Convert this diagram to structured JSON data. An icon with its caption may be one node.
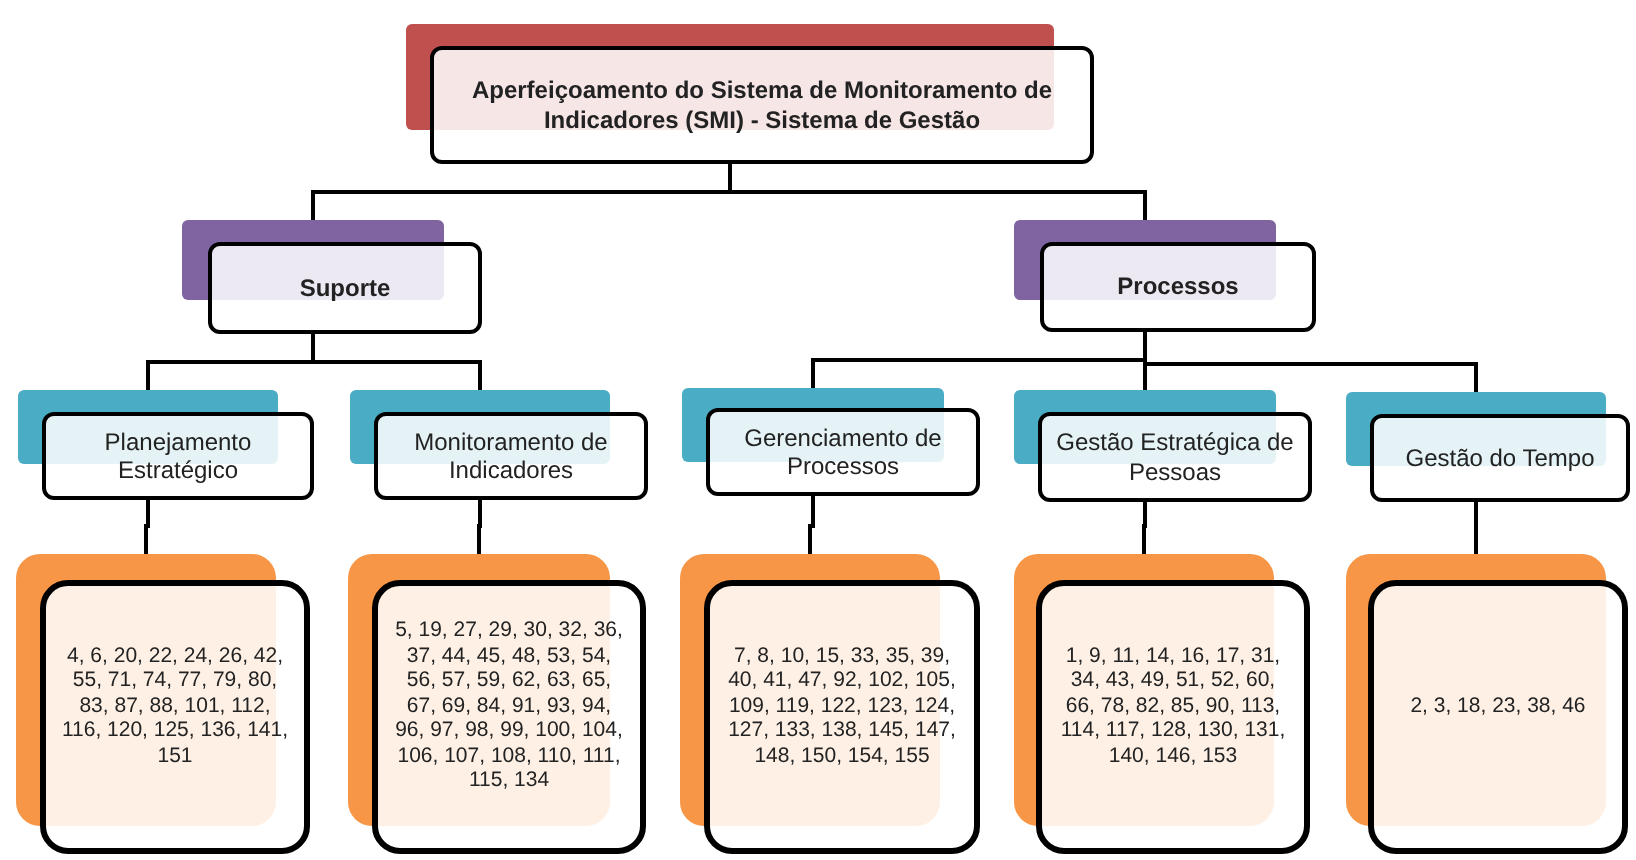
{
  "diagram": {
    "nodes": [
      {
        "text": [
          "Aperfeiçoamento do Sistema de Monitoramento de Indicadores (SMI) - Sistema de Gestão"
        ]
      },
      {
        "text": [
          "Suporte"
        ]
      },
      {
        "text": [
          "Processos"
        ]
      },
      {
        "text": [
          "Planejamento Estratégico"
        ]
      },
      {
        "text": [
          "Monitoramento de Indicadores"
        ]
      },
      {
        "text": [
          "Gerenciamento de Processos"
        ]
      },
      {
        "text": [
          "Gestão Estratégica de Pessoas"
        ]
      },
      {
        "text": [
          "Gestão do Tempo"
        ]
      },
      {
        "text": [
          "4, 6, 20, 22, 24, 26, 42, 55, 71, 74, 77, 79, 80, 83, 87, 88, 101, 112, 116, 120, 125, 136, 141, 151"
        ]
      },
      {
        "text": [
          "5, 19, 27, 29, 30, 32, 36, 37, 44, 45, 48, 53, 54, 56, 57, 59, 62, 63, 65, 67, 69, 84, 91, 93, 94, 96, 97, 98, 99, 100, 104, 106, 107, 108, 110, 111, 115, 134"
        ]
      },
      {
        "text": [
          "7, 8, 10, 15, 33, 35, 39, 40, 41, 47, 92, 102, 105, 109, 119, 122, 123, 124, 127, 133, 138, 145, 147, 148, 150, 154, 155"
        ]
      },
      {
        "text": [
          "1, 9, 11, 14, 16, 17, 31, 34, 43, 49, 51, 52, 60, 66, 78, 82, 85, 90, 113, 114, 117, 128, 130, 131, 140, 146, 153"
        ]
      },
      {
        "text": [
          "2, 3, 18, 23, 38, 46"
        ]
      }
    ],
    "edges": [
      {
        "from": 0,
        "to": 1,
        "arrow": "none"
      },
      {
        "from": 0,
        "to": 2,
        "arrow": "none"
      },
      {
        "from": 1,
        "to": 3,
        "arrow": "none"
      },
      {
        "from": 1,
        "to": 4,
        "arrow": "none"
      },
      {
        "from": 2,
        "to": 5,
        "arrow": "none"
      },
      {
        "from": 2,
        "to": 6,
        "arrow": "none"
      },
      {
        "from": 2,
        "to": 7,
        "arrow": "none"
      },
      {
        "from": 3,
        "to": 8,
        "arrow": "none"
      },
      {
        "from": 4,
        "to": 9,
        "arrow": "none"
      },
      {
        "from": 5,
        "to": 10,
        "arrow": "none"
      },
      {
        "from": 6,
        "to": 11,
        "arrow": "none"
      },
      {
        "from": 7,
        "to": 12,
        "arrow": "none"
      }
    ]
  }
}
